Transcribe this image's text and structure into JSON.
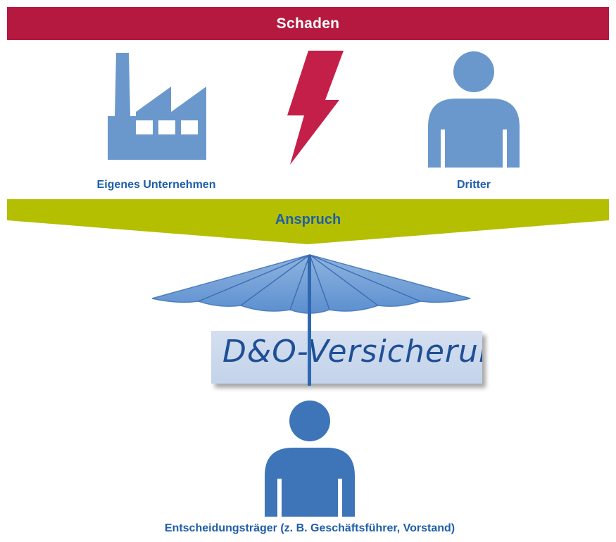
{
  "header": {
    "schaden_label": "Schaden"
  },
  "labels": {
    "eigenes_unternehmen": "Eigenes Unternehmen",
    "dritter": "Dritter",
    "anspruch": "Anspruch",
    "versicherung": "D&O-Versicherung",
    "entscheidungstraeger": "Entscheidungsträger (z. B. Geschäftsführer, Vorstand)"
  },
  "icons": {
    "factory": "factory-icon",
    "lightning": "lightning-bolt-icon",
    "person_third": "person-icon",
    "umbrella": "umbrella-icon",
    "person_decision_maker": "person-icon"
  },
  "colors": {
    "schaden_banner": "#b5193f",
    "lightning": "#c41f48",
    "anspruch_banner": "#b3bf00",
    "text_blue": "#1f5ea8",
    "icon_light_blue": "#6a98cc",
    "icon_dark_blue": "#3d75b8",
    "card_blue": "#c9d7ec"
  }
}
